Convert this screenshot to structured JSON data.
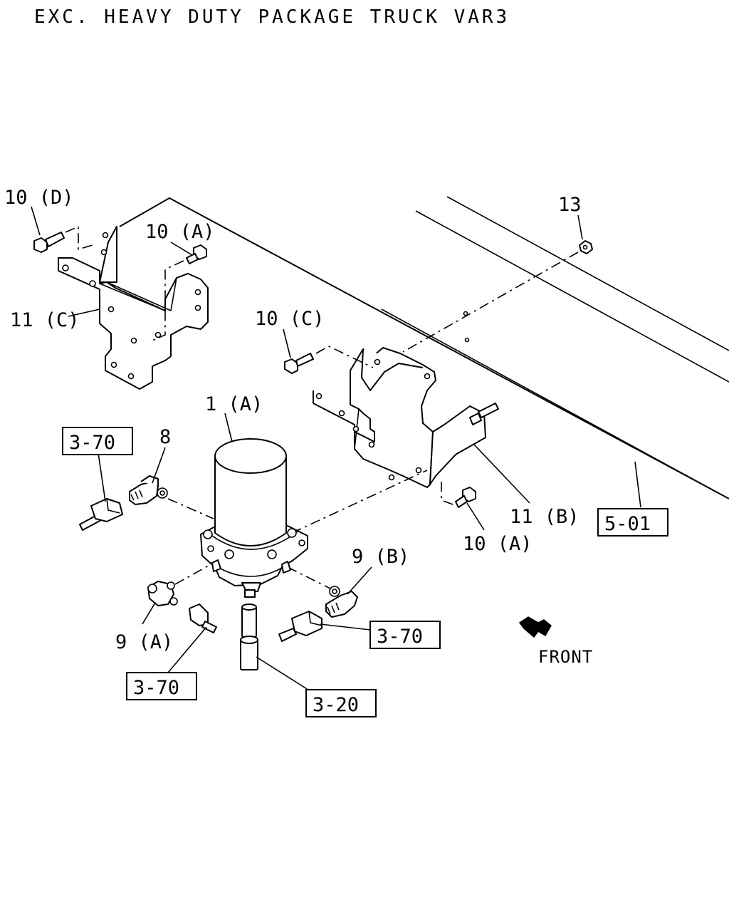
{
  "title": "EXC. HEAVY DUTY PACKAGE TRUCK VAR3",
  "labels": {
    "p10d": "10 (D)",
    "p10a_top": "10 (A)",
    "p11c": "11 (C)",
    "p13": "13",
    "p10c": "10 (C)",
    "p1a": "1 (A)",
    "p8": "8",
    "p11b": "11 (B)",
    "p10a_bot": "10 (A)",
    "p9b": "9 (B)",
    "p9a": "9 (A)"
  },
  "refs": {
    "r370_left": "3-70",
    "r370_right": "3-70",
    "r370_bottom": "3-70",
    "r320": "3-20",
    "r501": "5-01"
  },
  "front_label": "FRONT"
}
